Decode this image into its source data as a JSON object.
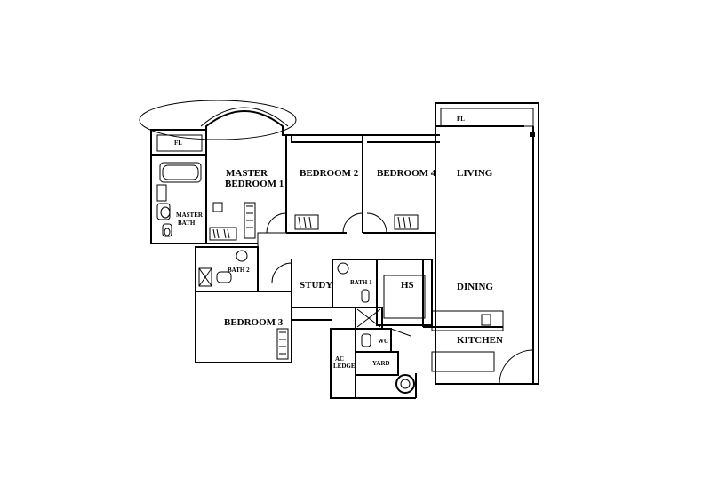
{
  "labels": {
    "master_bedroom_1": "MASTER",
    "master_bedroom_2": "BEDROOM 1",
    "bedroom_2": "BEDROOM 2",
    "bedroom_4": "BEDROOM 4",
    "living": "LIVING",
    "bedroom_3": "BEDROOM 3",
    "study": "STUDY",
    "dining": "DINING",
    "kitchen": "KITCHEN",
    "hs": "HS",
    "bath_1": "BATH 1",
    "bath_2": "BATH 2",
    "master_bath_1": "MASTER",
    "master_bath_2": "BATH",
    "fl_left": "FL",
    "fl_right": "FL",
    "wc": "WC",
    "yard": "YARD",
    "ac_ledge_1": "AC",
    "ac_ledge_2": "LEDGE"
  }
}
